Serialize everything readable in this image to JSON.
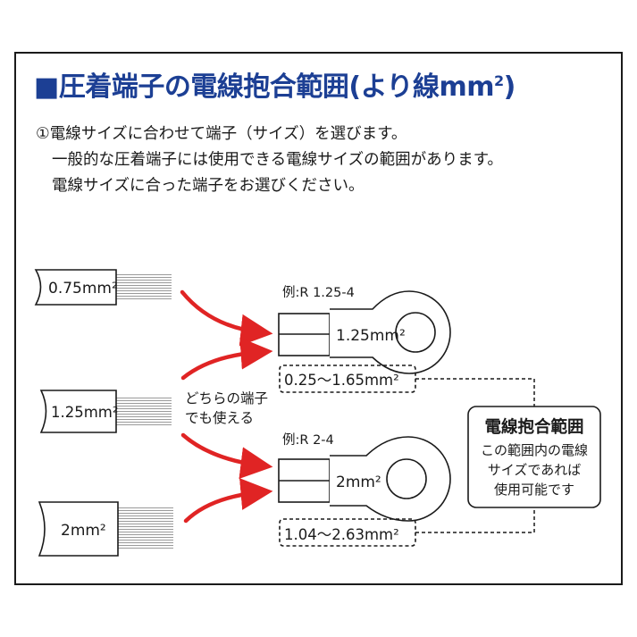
{
  "title": "■圧着端子の電線抱合範囲(より線mm²)",
  "title_main": "圧着端子の電線抱合範囲(より線mm",
  "title_sup": "2",
  "title_tail": ")",
  "title_marker": "■",
  "description": {
    "line1": "①電線サイズに合わせて端子（サイズ）を選びます。",
    "line2": "一般的な圧着端子には使用できる電線サイズの範囲があります。",
    "line3": "電線サイズに合った端子をお選びください。"
  },
  "wires": [
    {
      "label": "0.75mm²"
    },
    {
      "label": "1.25mm²"
    },
    {
      "label": "2mm²"
    }
  ],
  "both_note_line1": "どちらの端子",
  "both_note_line2": "でも使える",
  "terminals": [
    {
      "example": "例:R  1.25-4",
      "size": "1.25mm²",
      "range": "0.25～1.65mm²"
    },
    {
      "example": "例:R  2-4",
      "size": "2mm²",
      "range": "1.04～2.63mm²"
    }
  ],
  "callout": {
    "heading": "電線抱合範囲",
    "line1": "この範囲内の電線",
    "line2": "サイズであれば",
    "line3": "使用可能です"
  },
  "colors": {
    "title": "#1c3f94",
    "arrow": "#e02424",
    "line": "#1a1a1a"
  }
}
